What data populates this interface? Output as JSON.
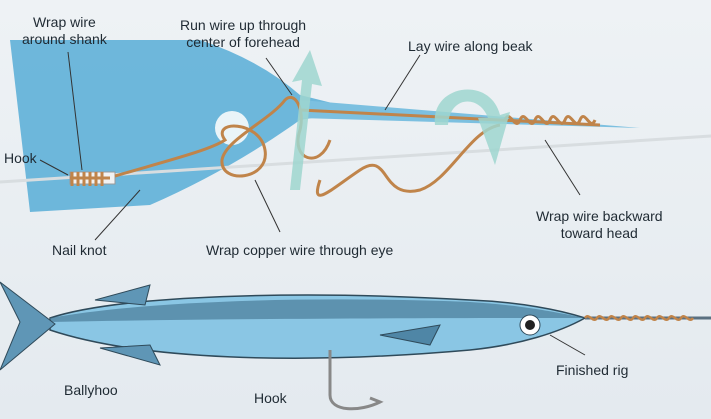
{
  "labels": {
    "wrap_shank": [
      "Wrap wire",
      "around shank"
    ],
    "run_wire": [
      "Run wire up through",
      "center of forehead"
    ],
    "lay_wire": "Lay wire along beak",
    "hook_top": "Hook",
    "nail_knot": "Nail knot",
    "wrap_eye": "Wrap copper wire through eye",
    "wrap_backward": [
      "Wrap wire backward",
      "toward head"
    ],
    "ballyhoo": "Ballyhoo",
    "hook_bottom": "Hook",
    "finished_rig": "Finished rig"
  },
  "colors": {
    "fish_blue": "#5fb0d8",
    "copper": "#c0844a",
    "arrow": "#9fd6cf",
    "text": "#1f2a33"
  }
}
